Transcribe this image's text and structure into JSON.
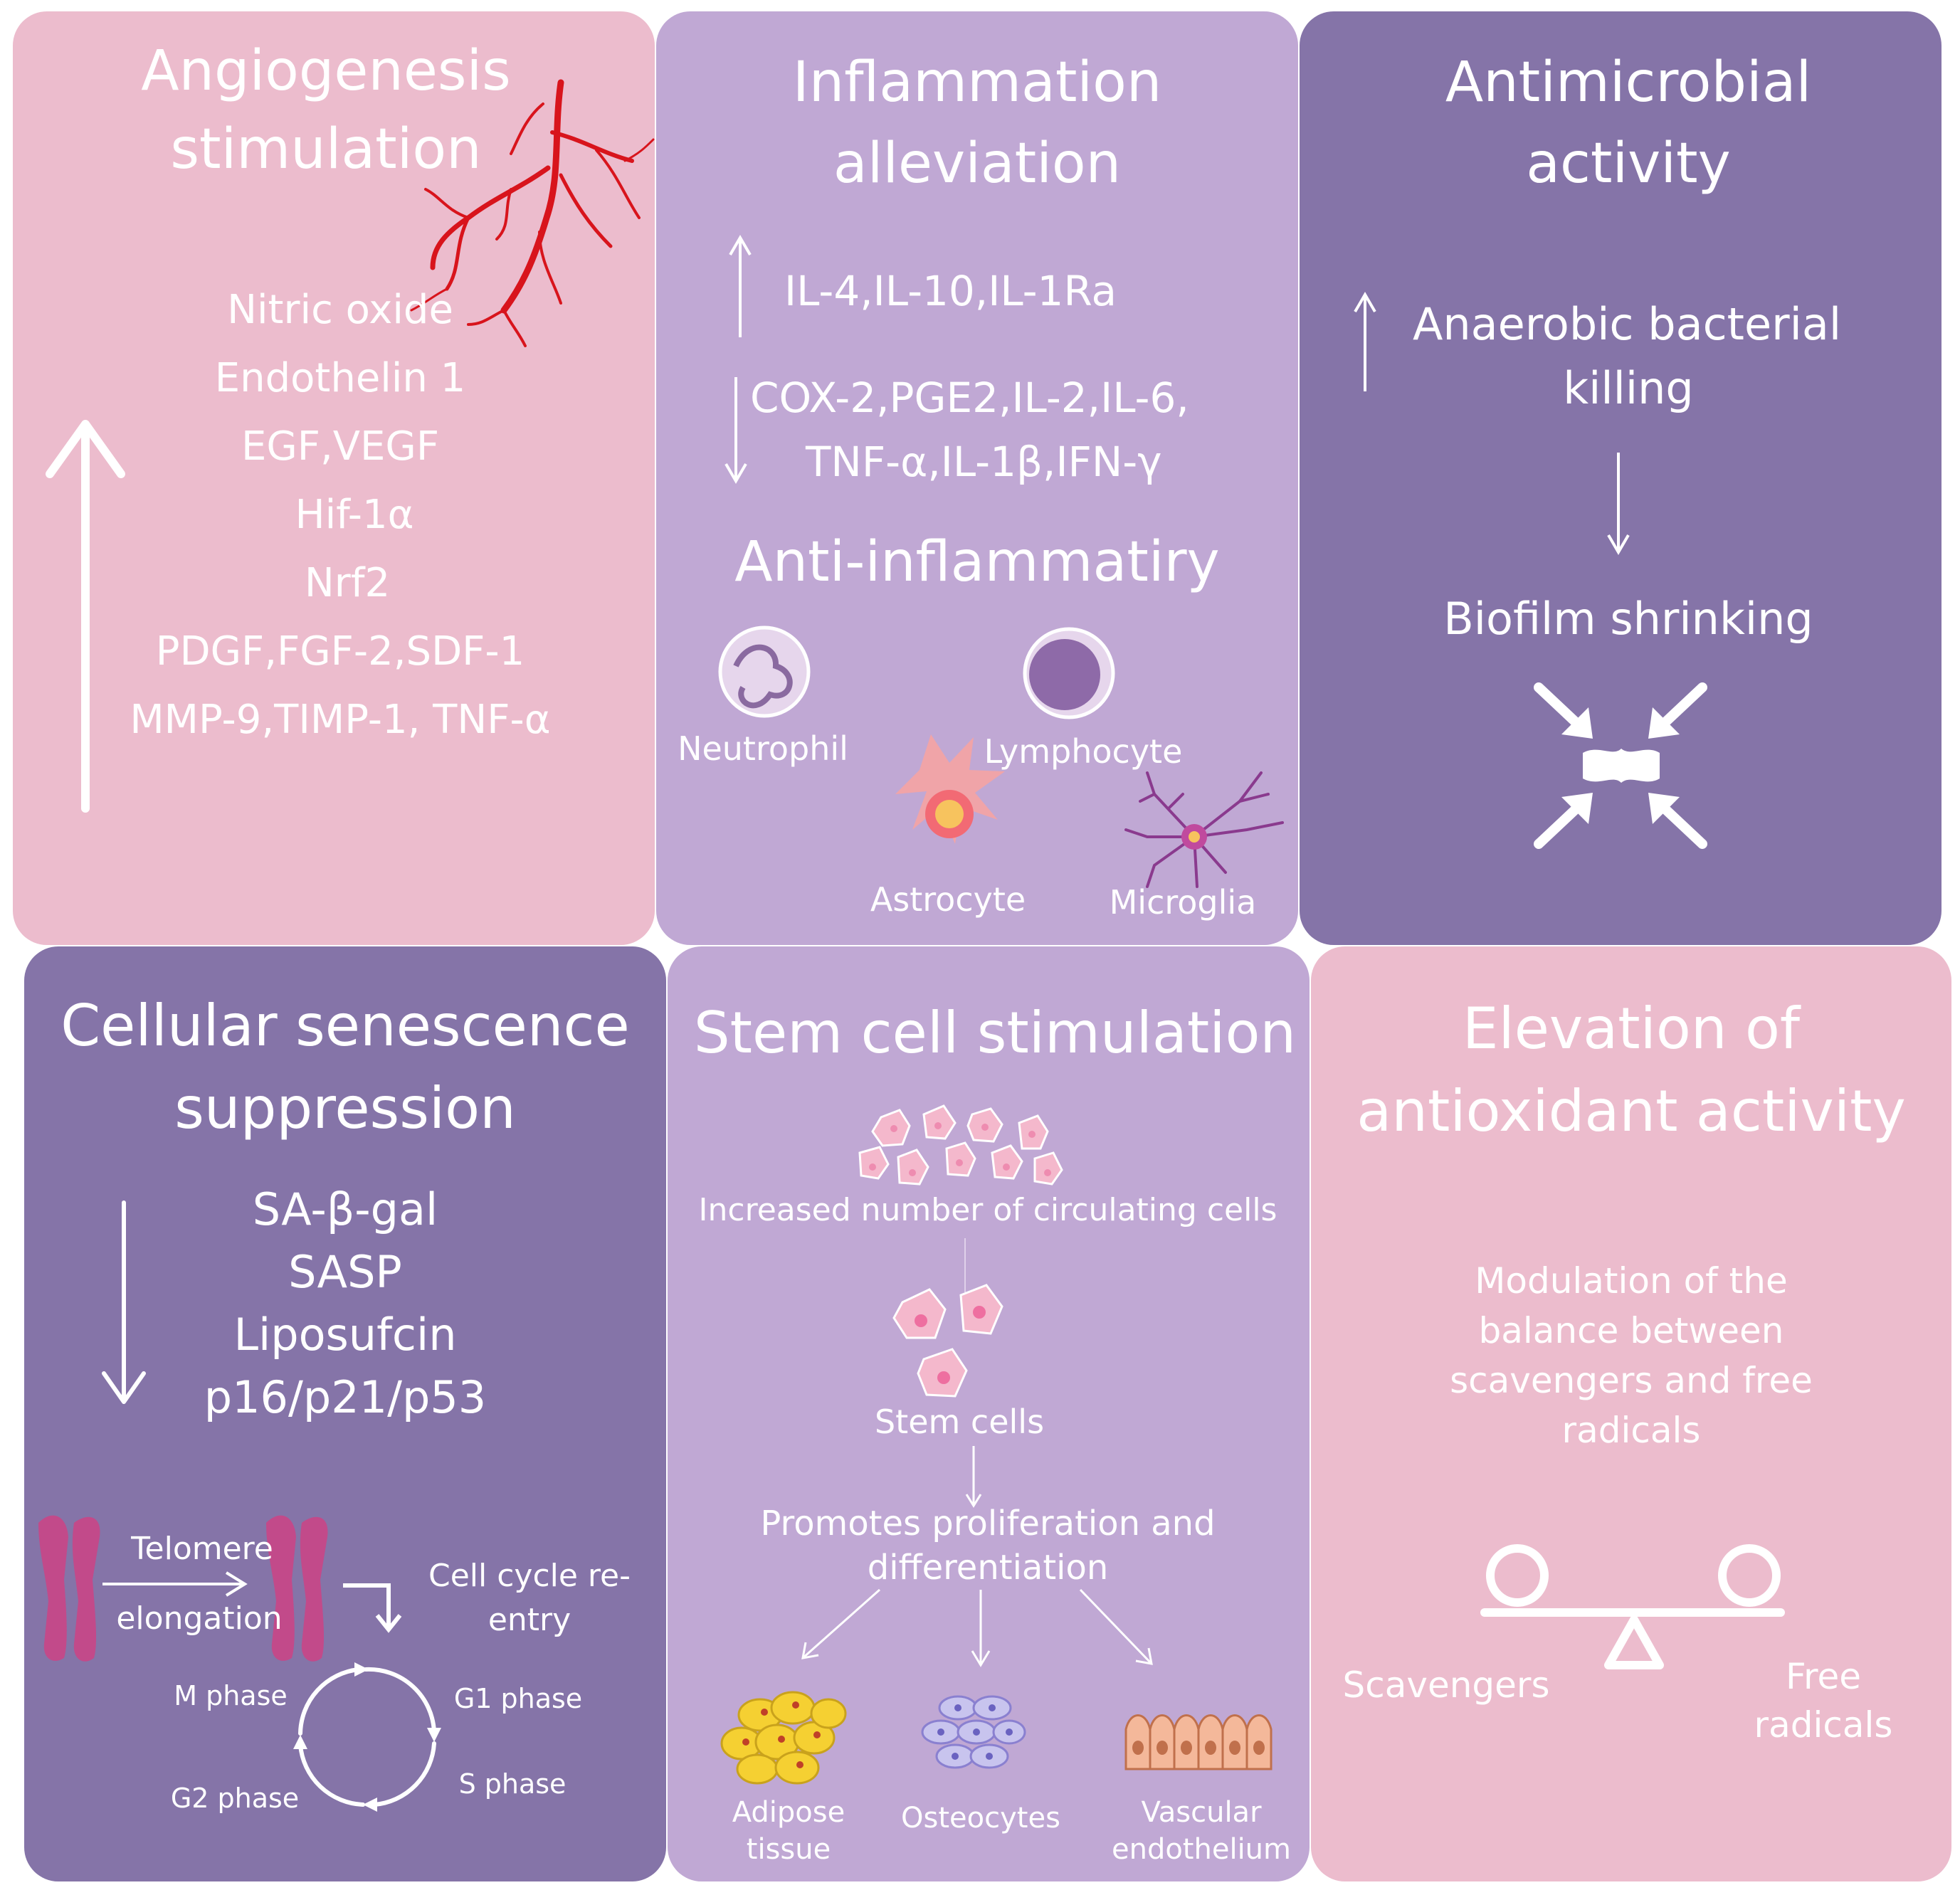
{
  "colors": {
    "pink": "#ecbccd",
    "lavender": "#c0a8d4",
    "purple": "#8574a8",
    "text": "#ffffff",
    "vessel": "#d8141c"
  },
  "angiogenesis": {
    "title_1": "Angiogenesis",
    "title_2": "stimulation",
    "items": [
      "Nitric oxide",
      "Endothelin 1",
      "EGF,VEGF",
      "Hif-1α",
      "Nrf2",
      "PDGF,FGF-2,SDF-1",
      "MMP-9,TIMP-1, TNF-α"
    ],
    "arrow": "up",
    "icon": "blood-vessel-icon"
  },
  "inflammation": {
    "title_1": "Inflammation",
    "title_2": "alleviation",
    "up_text": "IL-4,IL-10,IL-1Ra",
    "down_text_1": "COX-2,PGE2,IL-2,IL-6,",
    "down_text_2": "TNF-α,IL-1β,IFN-γ",
    "subtitle": "Anti-inflammatiry",
    "cells": [
      "Neutrophil",
      "Lymphocyte",
      "Astrocyte",
      "Microglia"
    ]
  },
  "antimicrobial": {
    "title_1": "Antimicrobial",
    "title_2": "activity",
    "up_text_1": "Anaerobic bacterial",
    "up_text_2": "killing",
    "result": "Biofilm shrinking",
    "icon": "biofilm-shrink-icon"
  },
  "senescence": {
    "title_1": "Cellular senescence",
    "title_2": "suppression",
    "items": [
      "SA-β-gal",
      "SASP",
      "Liposufcin",
      "p16/p21/p53"
    ],
    "arrow": "down",
    "telomere_1": "Telomere",
    "telomere_2": "elongation",
    "cell_cycle_1": "Cell cycle re-",
    "cell_cycle_2": "entry",
    "phases": [
      "M phase",
      "G1 phase",
      "G2 phase",
      "S phase"
    ]
  },
  "stem_cell": {
    "title": "Stem cell stimulation",
    "circulating": "Increased number of circulating cells",
    "stem_cells": "Stem cells",
    "promotes_1": "Promotes proliferation and",
    "promotes_2": "differentiation",
    "targets": [
      {
        "line1": "Adipose",
        "line2": "tissue"
      },
      {
        "line1": "Osteocytes",
        "line2": ""
      },
      {
        "line1": "Vascular",
        "line2": "endothelium"
      }
    ]
  },
  "antioxidant": {
    "title_1": "Elevation of",
    "title_2": "antioxidant activity",
    "body": [
      "Modulation of the",
      "balance between",
      "scavengers and free",
      "radicals"
    ],
    "left_label": "Scavengers",
    "right_label_1": "Free",
    "right_label_2": "radicals",
    "icon": "balance-scale-icon"
  }
}
